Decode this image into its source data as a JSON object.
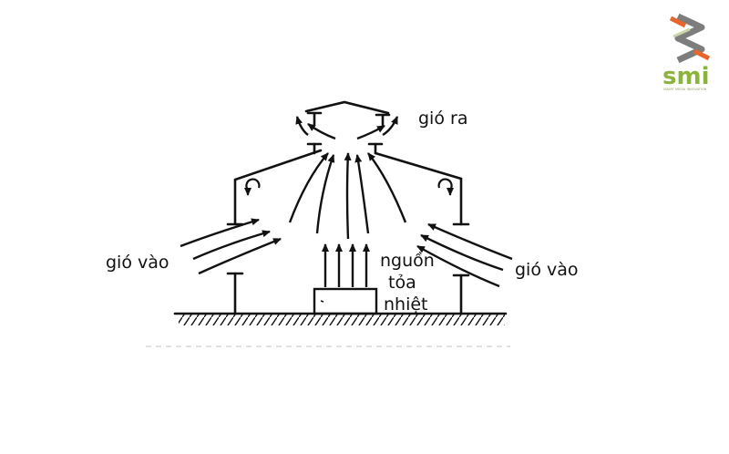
{
  "labels": {
    "outlet_air": "gió ra",
    "inlet_air_left": "gió vào",
    "inlet_air_right": "gió vào",
    "heat_source_line1": "nguồn",
    "heat_source_line2": "tỏa",
    "heat_source_line3": "nhiệt"
  },
  "logo": {
    "text": "smi",
    "tagline": "SMART MEDIA INNOVATION",
    "colors": {
      "gray": "#7d7d7d",
      "orange": "#e8662b",
      "green": "#8ab43b"
    }
  },
  "colors": {
    "ink": "#111111",
    "background": "#ffffff"
  }
}
